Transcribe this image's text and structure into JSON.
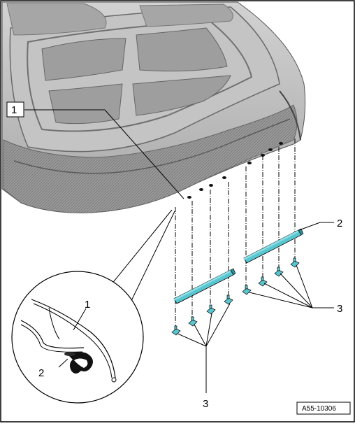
{
  "figure": {
    "callouts": {
      "label_1_hood": "1",
      "label_2_strip": "2",
      "label_3_clips": "3",
      "detail_label_1": "1",
      "detail_label_2": "2",
      "label_3_bottom": "3"
    },
    "figure_id": "A55-10306",
    "colors": {
      "part_highlight": "#58c6d0",
      "part_highlight_dark": "#2a8e99",
      "hood_fill": "#b9b9b9",
      "hood_dark": "#8f8f8f",
      "line": "#000000"
    },
    "parts": {
      "strips": 2,
      "clips": 8,
      "holes": 8
    }
  }
}
